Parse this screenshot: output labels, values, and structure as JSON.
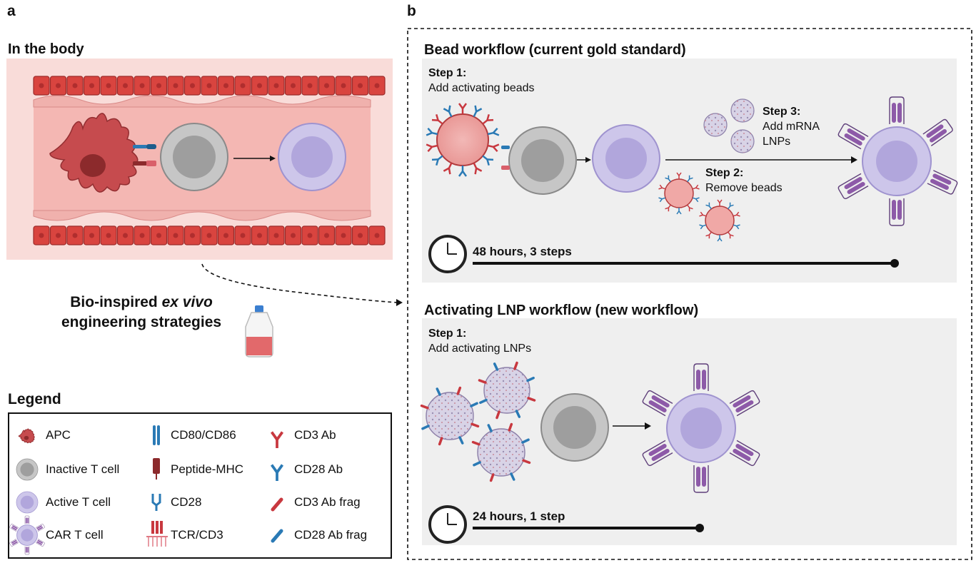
{
  "panel_a": {
    "letter": "a",
    "title": "In the body",
    "bio_line1_pre": "Bio-inspired ",
    "bio_line1_em": "ex vivo",
    "bio_line2": "engineering strategies"
  },
  "panel_b": {
    "letter": "b",
    "bead": {
      "title": "Bead workflow (current gold standard)",
      "step1_head": "Step 1:",
      "step1_text": "Add activating beads",
      "step2_head": "Step 2:",
      "step2_text": "Remove beads",
      "step3_head": "Step 3:",
      "step3_text_1": "Add mRNA",
      "step3_text_2": "LNPs",
      "time": "48 hours, 3 steps"
    },
    "lnp": {
      "title": "Activating LNP workflow (new workflow)",
      "step1_head": "Step 1:",
      "step1_text": "Add activating LNPs",
      "time": "24 hours, 1 step"
    }
  },
  "legend": {
    "title": "Legend",
    "items": [
      "APC",
      "Inactive T cell",
      "Active T cell",
      "CAR T cell",
      "CD80/CD86",
      "Peptide-MHC",
      "CD28",
      "TCR/CD3",
      "CD3 Ab",
      "CD28 Ab",
      "CD3 Ab frag",
      "CD28 Ab frag"
    ]
  },
  "colors": {
    "red": "#c8383f",
    "blue": "#2a7ab5",
    "gray_cell": "#bdbdbd",
    "active_cell": "#c9c2e6",
    "car_receptor": "#8d5aa8",
    "panel_bg": "#efefef",
    "vessel_bg": "#f9d6d3"
  }
}
